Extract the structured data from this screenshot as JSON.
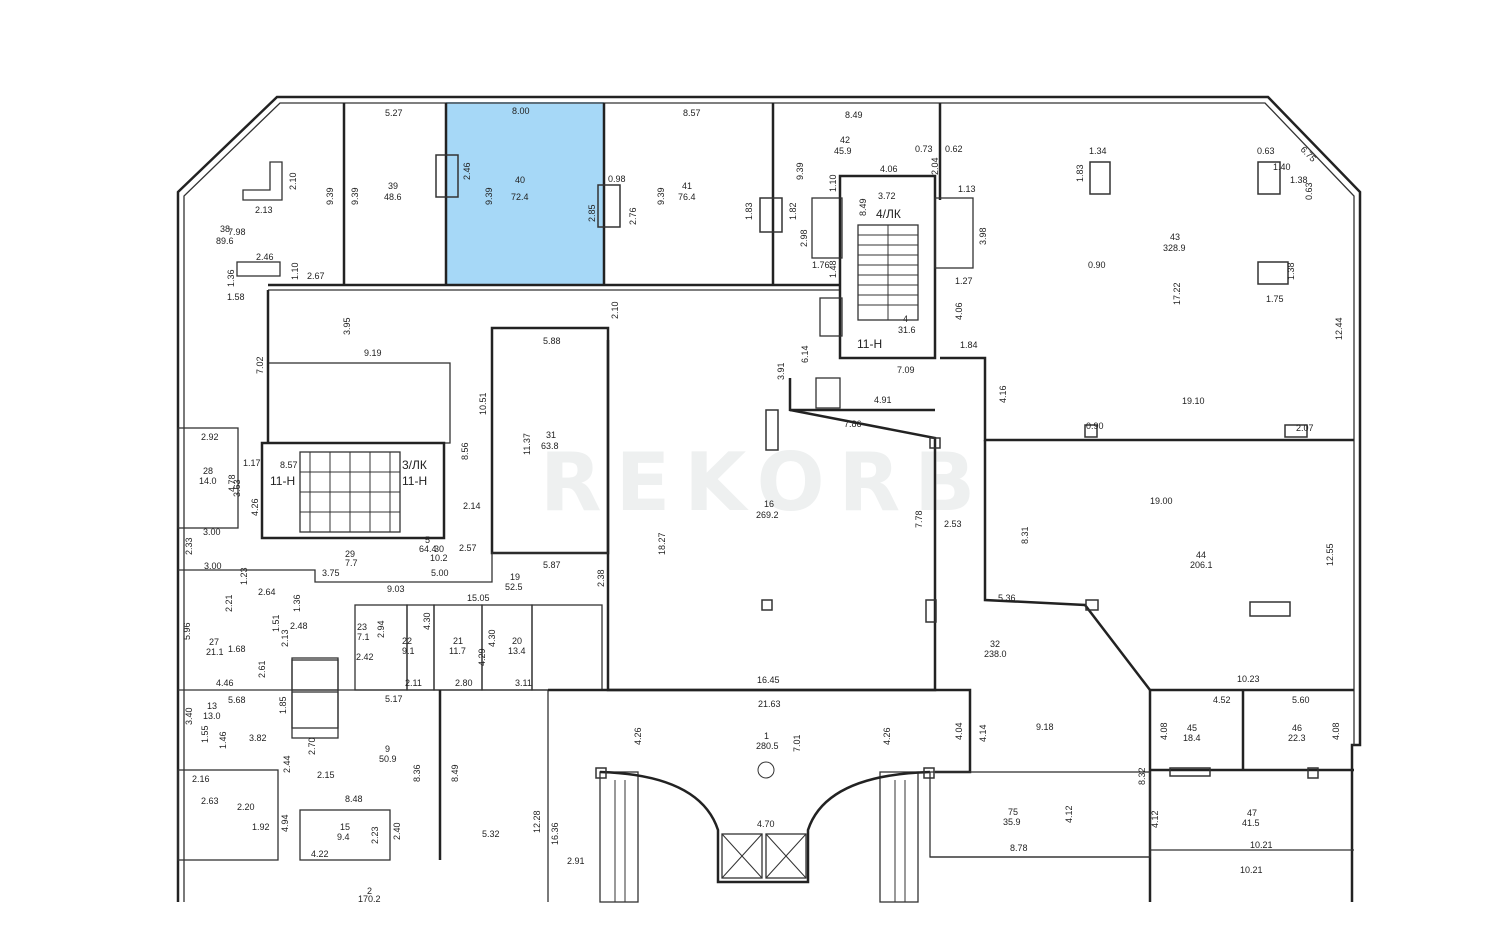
{
  "highlight_color": "#a6d8f7",
  "watermark": "REKORB",
  "highlighted_room": {
    "number": "40",
    "area": "72.4",
    "top_dim": "8.00",
    "side_dims": [
      "2.46",
      "9.39",
      "2.85"
    ]
  },
  "rooms": [
    {
      "number": "38",
      "area": "89.6"
    },
    {
      "number": "39",
      "area": "48.6"
    },
    {
      "number": "41",
      "area": "76.4"
    },
    {
      "number": "42",
      "area": "45.9"
    },
    {
      "number": "43",
      "area": "328.9"
    },
    {
      "number": "4",
      "area": "31.6"
    },
    {
      "number": "31",
      "area": "63.8"
    },
    {
      "number": "16",
      "area": "269.2"
    },
    {
      "number": "44",
      "area": "206.1"
    },
    {
      "number": "28",
      "area": "14.0"
    },
    {
      "number": "5",
      "area": "64.4"
    },
    {
      "number": "19",
      "area": "52.5"
    },
    {
      "number": "27",
      "area": "21.1"
    },
    {
      "number": "32",
      "area": "238.0"
    },
    {
      "number": "1",
      "area": "280.5"
    },
    {
      "number": "45",
      "area": "18.4"
    },
    {
      "number": "46",
      "area": "22.3"
    },
    {
      "number": "47",
      "area": "41.5"
    },
    {
      "number": "75",
      "area": "35.9"
    },
    {
      "number": "9",
      "area": "50.9"
    },
    {
      "number": "13",
      "area": "13.0"
    },
    {
      "number": "15",
      "area": "9.4"
    },
    {
      "number": "21",
      "area": "11.7"
    },
    {
      "number": "20",
      "area": "13.4"
    },
    {
      "number": "22",
      "area": "9.1"
    },
    {
      "number": "23",
      "area": "7.1"
    },
    {
      "number": "29",
      "area": "7.7"
    },
    {
      "number": "30",
      "area": "10.2"
    },
    {
      "number": "2",
      "area": "170.2"
    }
  ],
  "stair_labels": [
    "4/ЛК",
    "3/ЛК",
    "11-Н",
    "11-Н",
    "11-Н"
  ],
  "dimensions": [
    "5.27",
    "8.57",
    "8.49",
    "9.39",
    "9.39",
    "7.98",
    "2.13",
    "2.10",
    "2.46",
    "1.36",
    "1.58",
    "1.10",
    "2.67",
    "0.98",
    "2.76",
    "9.39",
    "1.83",
    "1.82",
    "9.39",
    "2.98",
    "1.76",
    "1.48",
    "1.10",
    "4.06",
    "0.73",
    "0.62",
    "2.04",
    "1.13",
    "3.72",
    "8.49",
    "3.98",
    "1.27",
    "4.06",
    "1.84",
    "7.09",
    "1.34",
    "1.83",
    "0.63",
    "1.40",
    "1.38",
    "0.63",
    "6.75",
    "0.90",
    "17.22",
    "1.38",
    "1.75",
    "12.44",
    "19.10",
    "0.90",
    "2.07",
    "19.00",
    "8.31",
    "12.55",
    "5.36",
    "10.23",
    "2.10",
    "3.95",
    "7.02",
    "9.19",
    "5.88",
    "10.51",
    "3.91",
    "6.14",
    "4.91",
    "7.86",
    "11.37",
    "8.56",
    "18.27",
    "7.78",
    "2.53",
    "4.16",
    "2.92",
    "4.78",
    "1.17",
    "3.63",
    "4.26",
    "8.57",
    "3.00",
    "2.14",
    "2.33",
    "3.00",
    "2.57",
    "5.87",
    "9.03",
    "2.38",
    "3.75",
    "5.00",
    "15.05",
    "1.23",
    "2.64",
    "1.36",
    "2.21",
    "1.51",
    "5.96",
    "1.68",
    "2.48",
    "2.13",
    "2.42",
    "2.94",
    "4.30",
    "4.29",
    "4.30",
    "4.46",
    "2.61",
    "2.11",
    "2.80",
    "3.11",
    "16.45",
    "5.68",
    "5.17",
    "21.63",
    "1.85",
    "3.40",
    "1.55",
    "1.46",
    "3.82",
    "2.70",
    "4.26",
    "7.01",
    "4.26",
    "4.04",
    "4.14",
    "9.18",
    "4.52",
    "5.60",
    "4.08",
    "4.08",
    "2.44",
    "2.15",
    "8.36",
    "8.49",
    "2.16",
    "2.63",
    "8.48",
    "2.20",
    "1.92",
    "4.94",
    "2.23",
    "2.40",
    "4.22",
    "5.32",
    "12.28",
    "16.36",
    "2.91",
    "4.70",
    "8.32",
    "4.12",
    "4.12",
    "10.21",
    "8.78",
    "10.21"
  ]
}
